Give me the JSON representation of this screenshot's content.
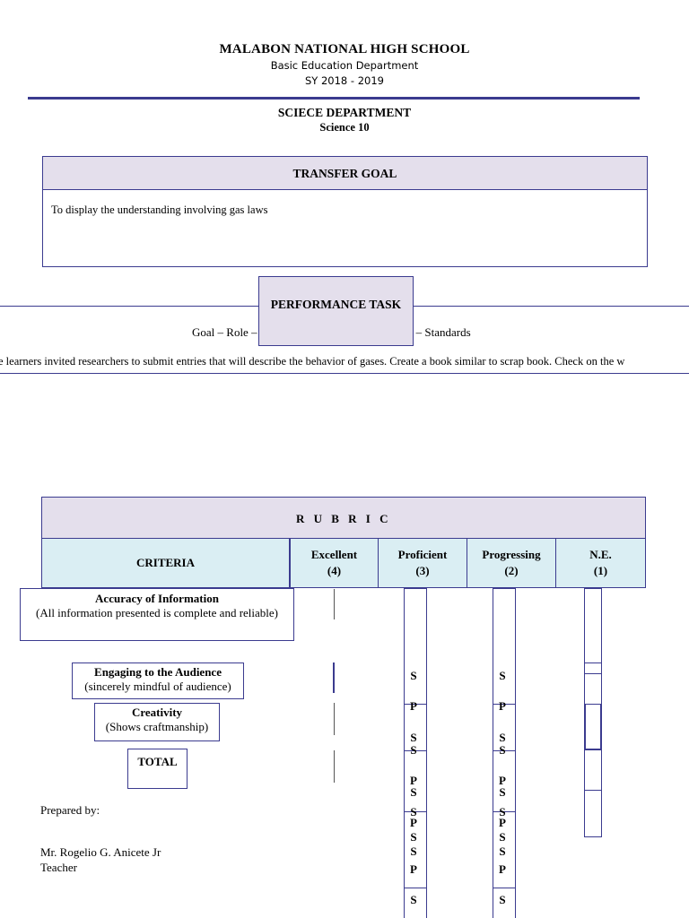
{
  "header": {
    "school_name": "MALABON NATIONAL HIGH SCHOOL",
    "department": "Basic Education Department",
    "school_year": "SY 2018 - 2019",
    "science_department": "SCIECE DEPARTMENT",
    "subject": "Science 10"
  },
  "transfer_goal": {
    "title": "TRANSFER GOAL",
    "text": "To display the understanding involving gas laws"
  },
  "performance_task": {
    "title": "PERFORMANCE TASK",
    "grasps_left": "Goal – Role –",
    "grasps_right": "ct – Standards",
    "scenario": "e learners invited researchers to submit entries that will describe the behavior of gases. Create a book similar to scrap book. Check on the w"
  },
  "rubric": {
    "title": "R U B R I C",
    "headers": {
      "criteria": "CRITERIA",
      "excellent": "Excellent",
      "excellent_score": "(4)",
      "proficient": "Proficient",
      "proficient_score": "(3)",
      "progressing": "Progressing",
      "progressing_score": "(2)",
      "ne": "N.E.",
      "ne_score": "(1)"
    },
    "criteria": [
      {
        "name": "Accuracy of Information",
        "description": "(All information presented is complete and reliable)"
      },
      {
        "name": "Engaging to the Audience",
        "description": "(sincerely mindful of audience)"
      },
      {
        "name": "Creativity",
        "description": "(Shows craftmanship)"
      },
      {
        "name": "TOTAL",
        "description": ""
      }
    ],
    "letter_stack": [
      "S",
      "P",
      "S",
      "S",
      "P",
      "S",
      "S",
      "P",
      "S",
      "S",
      "P",
      "S"
    ]
  },
  "footer": {
    "prepared_by": "Prepared by:",
    "teacher_name": "Mr. Rogelio G. Anicete Jr",
    "teacher_title": "Teacher"
  },
  "colors": {
    "accent_line": "#3b3b8f",
    "lavender_header": "#e4dfec",
    "light_blue_header": "#daeef3"
  }
}
